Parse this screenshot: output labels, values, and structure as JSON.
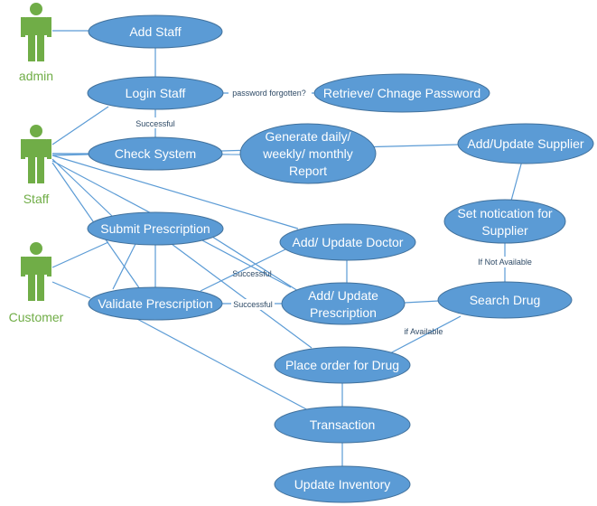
{
  "actors": {
    "admin": "admin",
    "staff": "Staff",
    "customer": "Customer"
  },
  "use_cases": {
    "add_staff": "Add Staff",
    "login_staff": "Login Staff",
    "retrieve_password": "Retrieve/ Chnage Password",
    "check_system": "Check System",
    "generate_report": [
      "Generate daily/",
      "weekly/ monthly",
      "Report"
    ],
    "add_update_supplier": "Add/Update Supplier",
    "set_notification": [
      "Set notication for",
      "Supplier"
    ],
    "submit_prescription": "Submit Prescription",
    "add_update_doctor": "Add/ Update Doctor",
    "validate_prescription": "Validate Prescription",
    "add_update_prescription": [
      "Add/ Update",
      "Prescription"
    ],
    "search_drug": "Search Drug",
    "place_order": "Place order for Drug",
    "transaction": "Transaction",
    "update_inventory": "Update Inventory"
  },
  "edge_labels": {
    "password_forgotten": "password forgotten?",
    "successful_login": "Successful",
    "successful_submit": "Successful",
    "successful_validate": "Successful",
    "if_not_available": "If Not Available",
    "if_available": "if Available"
  },
  "colors": {
    "use_case_fill": "#5b9bd5",
    "actor": "#70ad47"
  }
}
